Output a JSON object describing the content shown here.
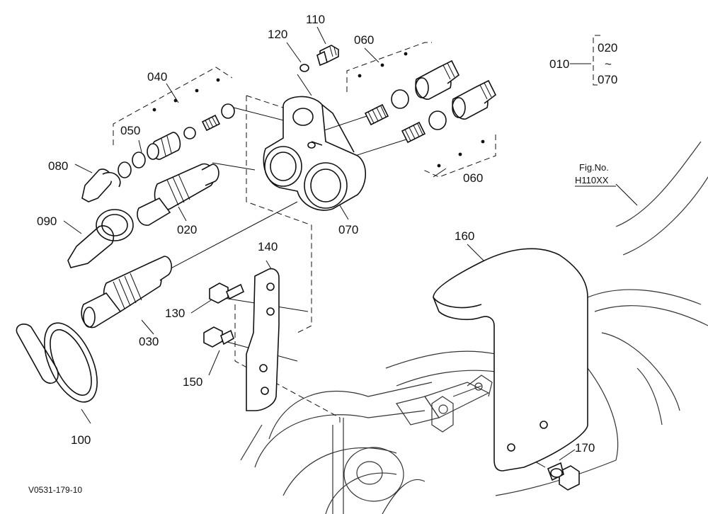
{
  "diagram": {
    "part_labels": {
      "p010": "010",
      "p020_range": "020",
      "p070_range": "070",
      "tilde": "~",
      "p020": "020",
      "p030": "030",
      "p040": "040",
      "p050": "050",
      "p060_top": "060",
      "p060_bottom": "060",
      "p070": "070",
      "p080": "080",
      "p090": "090",
      "p100": "100",
      "p110": "110",
      "p120": "120",
      "p130": "130",
      "p140": "140",
      "p150": "150",
      "p160": "160",
      "p170": "170"
    },
    "fig_ref": {
      "line1": "Fig.No.",
      "line2": "H110XX"
    },
    "drawing_code": "V0531-179-10"
  }
}
